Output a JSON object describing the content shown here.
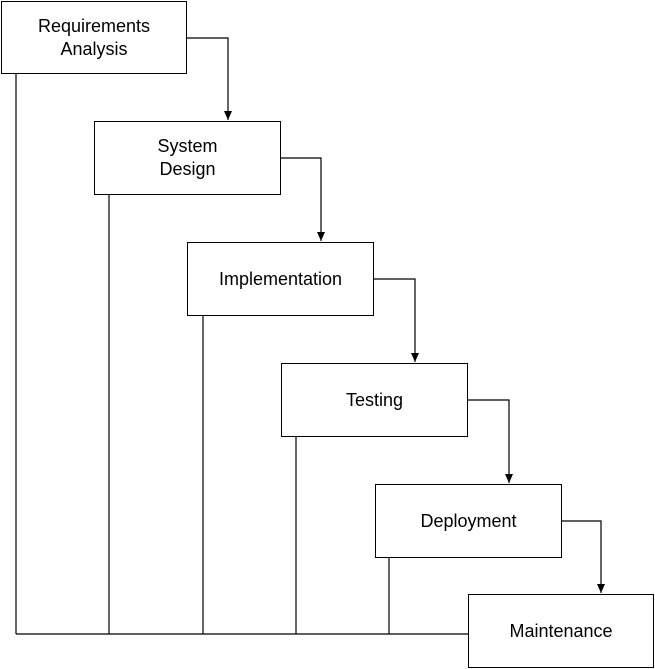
{
  "stages": [
    {
      "label": "Requirements\nAnalysis"
    },
    {
      "label": "System\nDesign"
    },
    {
      "label": "Implementation"
    },
    {
      "label": "Testing"
    },
    {
      "label": "Deployment"
    },
    {
      "label": "Maintenance"
    }
  ],
  "colors": {
    "line": "#000000",
    "box_fill": "#ffffff",
    "text": "#000000"
  }
}
